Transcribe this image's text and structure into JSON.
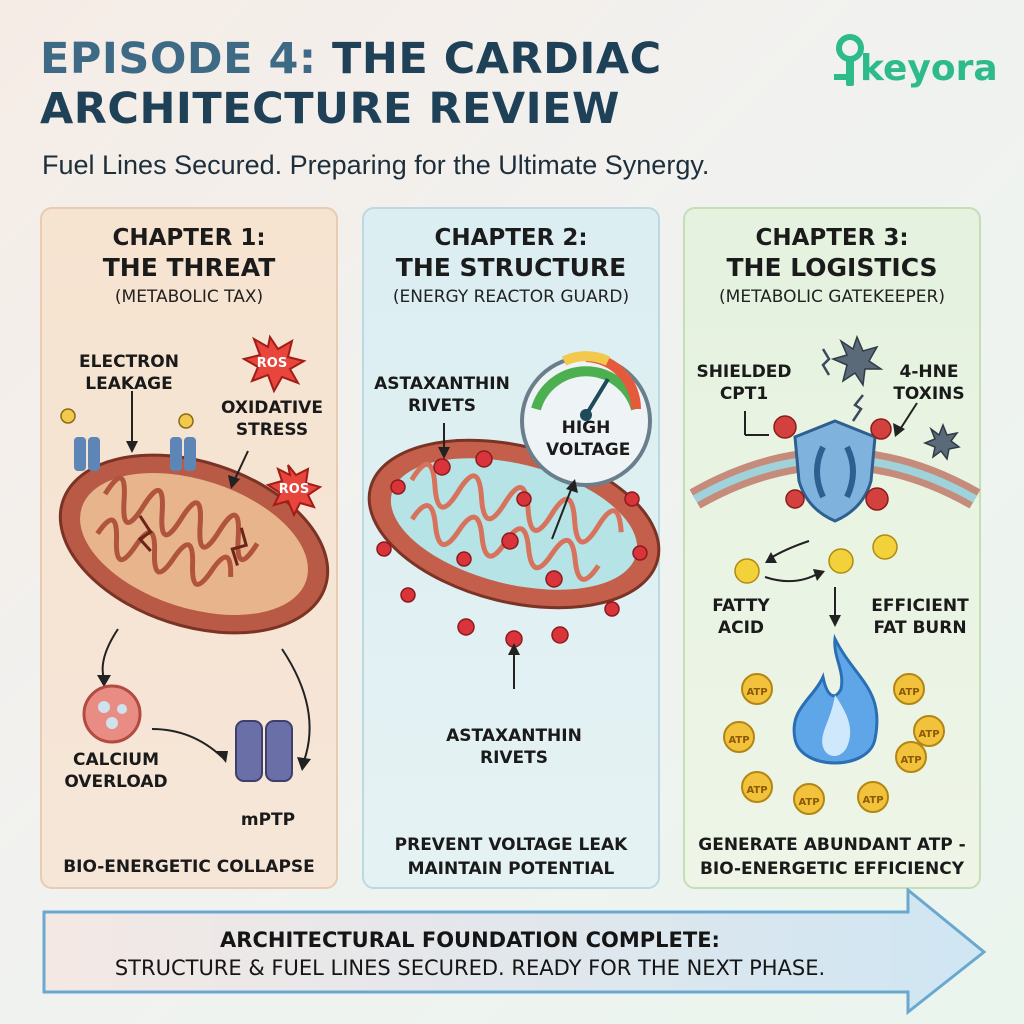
{
  "header": {
    "title_ep": "EPISODE 4:",
    "title_rest": " THE CARDIAC",
    "title_line2": "ARCHITECTURE REVIEW",
    "subtitle": "Fuel Lines Secured. Preparing for the Ultimate Synergy.",
    "logo_text": "keyora",
    "logo_icon": "key-icon"
  },
  "colors": {
    "title": "#1f4157",
    "logo": "#2dbb8b",
    "panel1": "#f6e3d0",
    "panel2": "#dbeef2",
    "panel3": "#e5f2df"
  },
  "chapters": [
    {
      "number": "CHAPTER 1:",
      "name": "THE THREAT",
      "subtitle": "(METABOLIC TAX)",
      "labels": {
        "electron": "ELECTRON\nLEAKAGE",
        "oxidative": "OXIDATIVE\nSTRESS",
        "ros1": "ROS",
        "ros2": "ROS",
        "calcium": "CALCIUM\nOVERLOAD",
        "mptp": "mPTP"
      },
      "footer": "BIO-ENERGETIC COLLAPSE"
    },
    {
      "number": "CHAPTER 2:",
      "name": "THE STRUCTURE",
      "subtitle": "(ENERGY REACTOR GUARD)",
      "labels": {
        "rivets_top": "ASTAXANTHIN\nRIVETS",
        "gauge": "HIGH\nVOLTAGE",
        "rivets_bottom": "ASTAXANTHIN\nRIVETS"
      },
      "footer": "PREVENT VOLTAGE LEAK\nMAINTAIN POTENTIAL"
    },
    {
      "number": "CHAPTER 3:",
      "name": "THE LOGISTICS",
      "subtitle": "(METABOLIC GATEKEEPER)",
      "labels": {
        "shielded": "SHIELDED\nCPT1",
        "toxins": "4-HNE\nTOXINS",
        "fatty": "FATTY\nACID",
        "efficient": "EFFICIENT\nFAT BURN",
        "atp": "ATP"
      },
      "footer": "GENERATE ABUNDANT ATP -\nBIO-ENERGETIC EFFICIENCY"
    }
  ],
  "banner": {
    "line1": "ARCHITECTURAL FOUNDATION COMPLETE:",
    "line2": "STRUCTURE & FUEL LINES SECURED. READY FOR THE NEXT PHASE."
  }
}
